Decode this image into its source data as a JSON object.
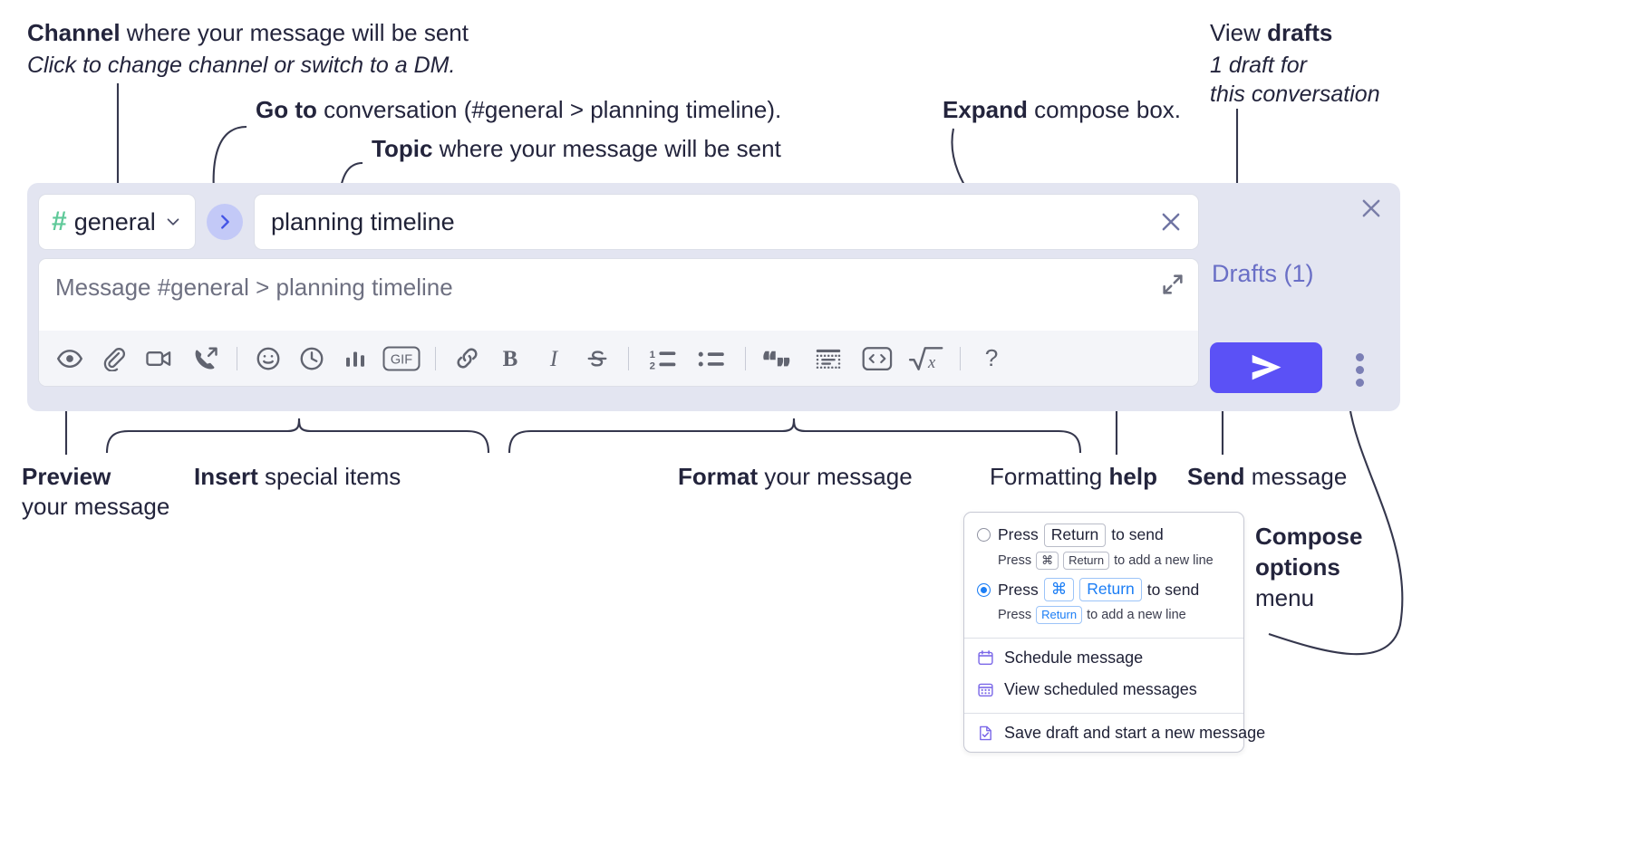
{
  "annotations": {
    "channel": {
      "bold": "Channel",
      "rest": " where your message will be sent",
      "sub": "Click to change channel or switch to a DM."
    },
    "goto": {
      "bold": "Go to",
      "rest": " conversation (#general > planning timeline)."
    },
    "topic": {
      "bold": "Topic",
      "rest": " where your message will be sent"
    },
    "expand": {
      "bold": "Expand",
      "rest": " compose box."
    },
    "drafts": {
      "prefix": "View ",
      "bold": "drafts",
      "sub1": "1 draft for",
      "sub2": "this conversation"
    },
    "preview": {
      "line1": "Preview",
      "line2": "your message"
    },
    "insert": {
      "bold": "Insert",
      "rest": " special items"
    },
    "format": {
      "bold": "Format",
      "rest": " your message"
    },
    "help": {
      "prefix": "Formatting ",
      "bold": "help"
    },
    "send": {
      "bold": "Send",
      "rest": " message"
    },
    "compose_options": {
      "line1": "Compose",
      "line2": "options",
      "line3": "menu"
    }
  },
  "compose": {
    "channel": {
      "hash": "#",
      "name": "general"
    },
    "topic": {
      "value": "planning timeline"
    },
    "message": {
      "placeholder": "Message #general > planning timeline"
    },
    "drafts_label": "Drafts (1)",
    "toolbar": [
      {
        "name": "preview-icon",
        "label": "Preview"
      },
      {
        "name": "attachment-icon",
        "label": "Attach file"
      },
      {
        "name": "video-camera-icon",
        "label": "Video clip"
      },
      {
        "name": "audio-clip-icon",
        "label": "Audio clip"
      },
      {
        "name": "emoji-icon",
        "label": "Emoji"
      },
      {
        "name": "clock-icon",
        "label": "Reminder"
      },
      {
        "name": "poll-icon",
        "label": "Poll"
      },
      {
        "name": "gif-icon",
        "label": "GIF"
      },
      {
        "name": "link-icon",
        "label": "Link"
      },
      {
        "name": "bold-icon",
        "label": "Bold"
      },
      {
        "name": "italic-icon",
        "label": "Italic"
      },
      {
        "name": "strikethrough-icon",
        "label": "Strikethrough"
      },
      {
        "name": "ordered-list-icon",
        "label": "Numbered list"
      },
      {
        "name": "bulleted-list-icon",
        "label": "Bulleted list"
      },
      {
        "name": "blockquote-icon",
        "label": "Blockquote"
      },
      {
        "name": "code-block-icon",
        "label": "Code block"
      },
      {
        "name": "inline-code-icon",
        "label": "Inline code"
      },
      {
        "name": "math-icon",
        "label": "Math"
      },
      {
        "name": "help-icon",
        "label": "Formatting help"
      }
    ],
    "gif_label": "GIF",
    "help_label": "?"
  },
  "popup": {
    "options": [
      {
        "selected": false,
        "main_prefix": "Press",
        "main_key": "Return",
        "main_suffix": "to send",
        "sub_prefix": "Press",
        "sub_key1": "⌘",
        "sub_key2": "Return",
        "sub_suffix": "to add a new line"
      },
      {
        "selected": true,
        "main_prefix": "Press",
        "main_key1": "⌘",
        "main_key2": "Return",
        "main_suffix": "to send",
        "sub_prefix": "Press",
        "sub_key": "Return",
        "sub_suffix": "to add a new line"
      }
    ],
    "menu": [
      {
        "icon": "calendar-icon",
        "label": "Schedule message"
      },
      {
        "icon": "calendar-grid-icon",
        "label": "View scheduled messages"
      },
      {
        "icon": "save-draft-icon",
        "label": "Save draft and start a new message"
      }
    ]
  },
  "colors": {
    "panel_bg": "#e3e5f1",
    "send_button": "#5b51f6",
    "drafts_text": "#6a6fc6",
    "hash_green": "#5fc999",
    "goto_blue": "#4455e6",
    "radio_blue": "#1c7ef5",
    "menu_icon_purple": "#7b68e8"
  }
}
